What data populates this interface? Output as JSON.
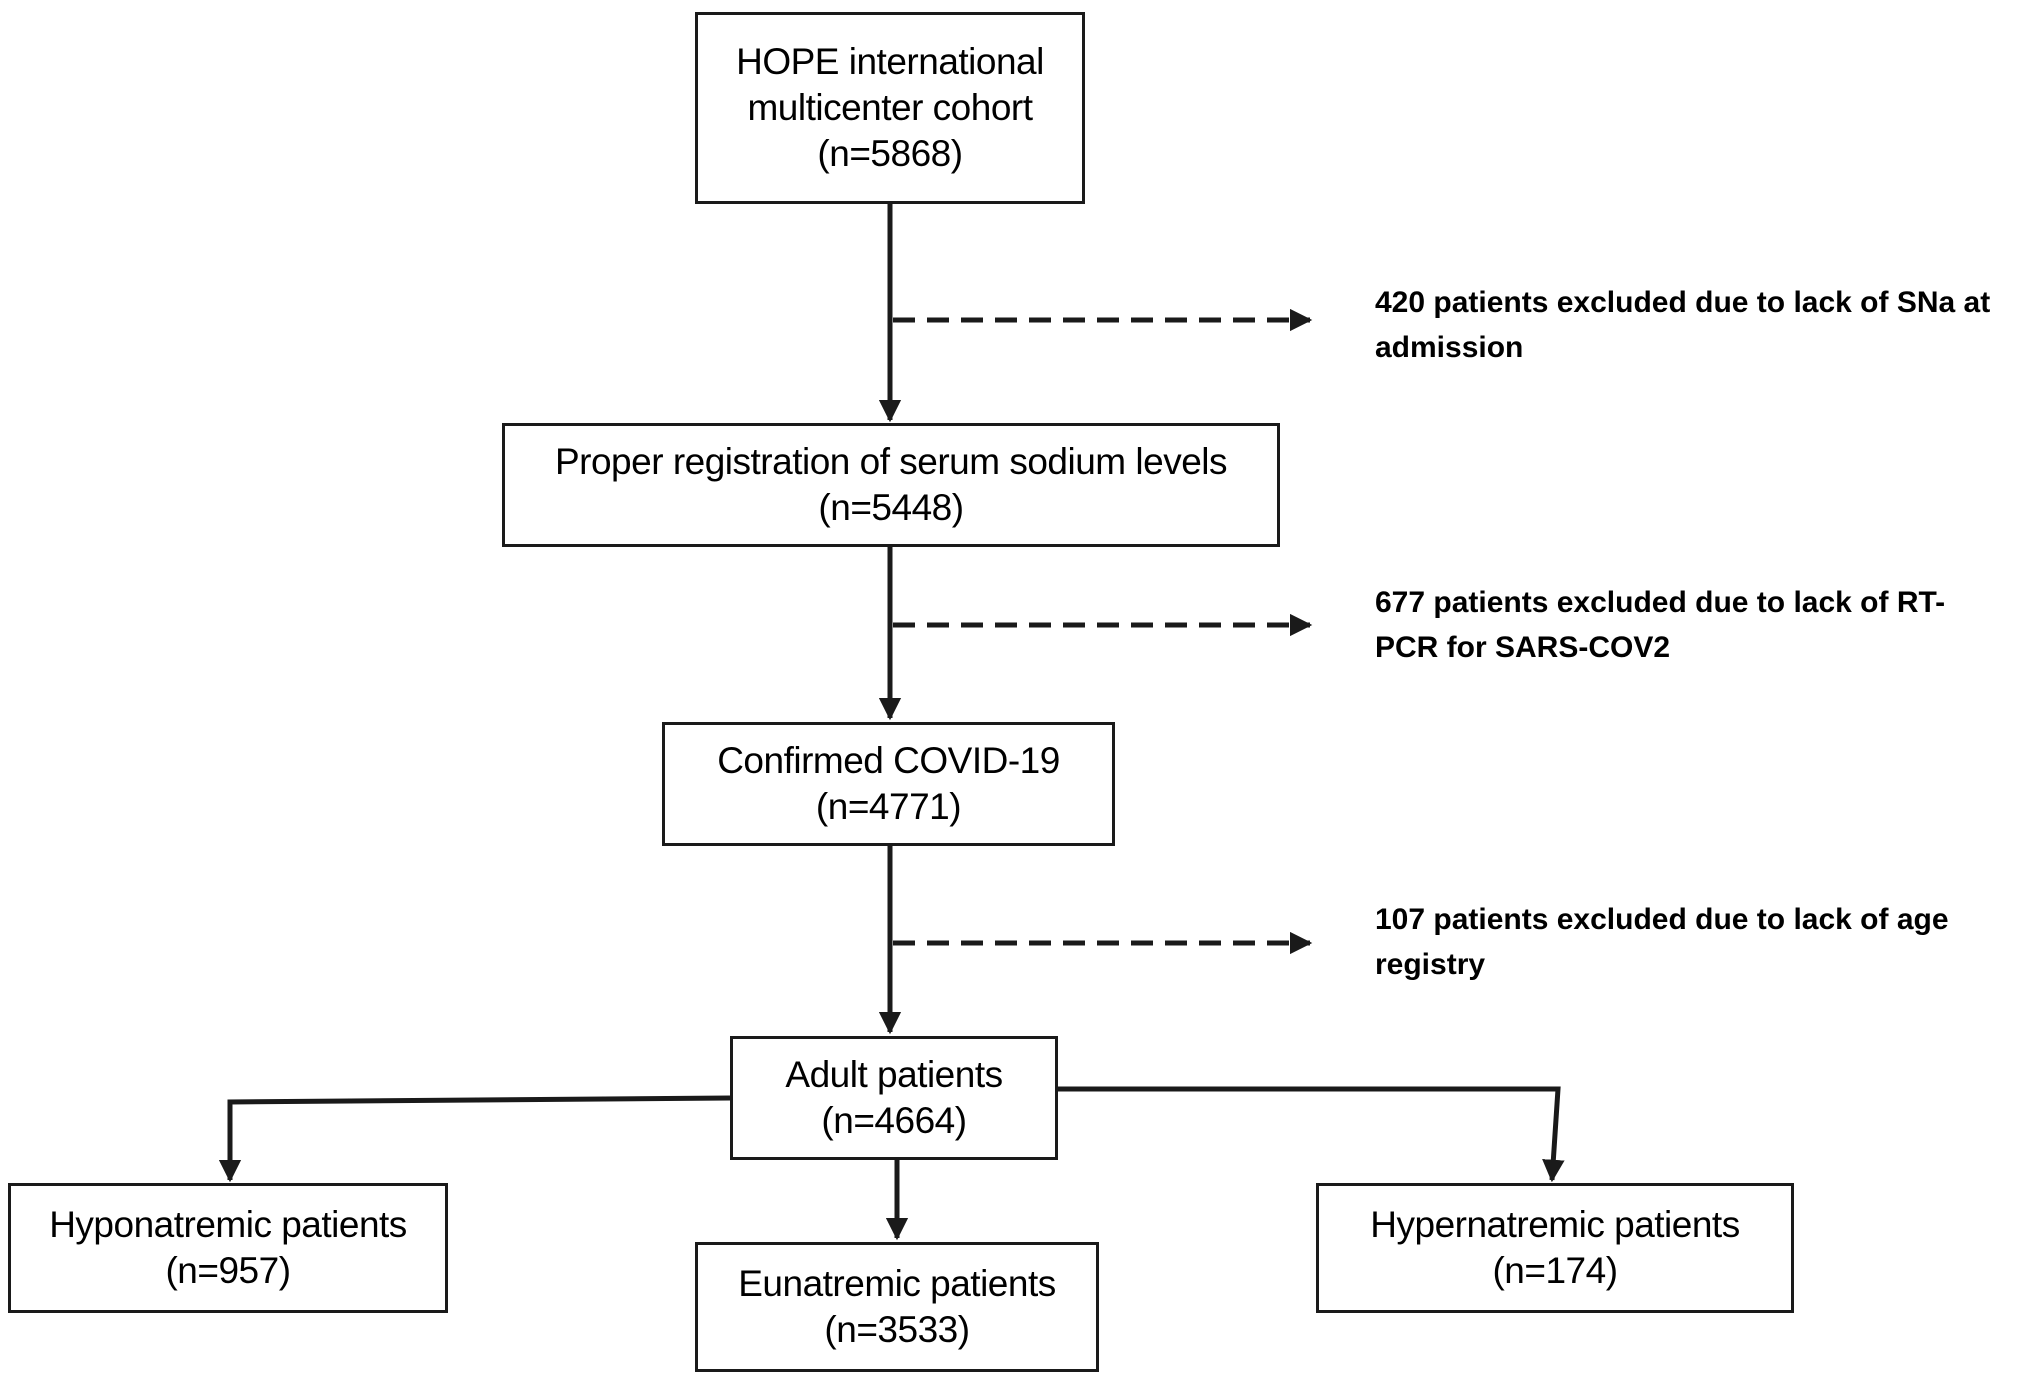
{
  "boxes": {
    "cohort": {
      "lines": [
        "HOPE international",
        "multicenter cohort",
        "(n=5868)"
      ]
    },
    "sodium": {
      "lines": [
        "Proper registration of serum sodium levels",
        "(n=5448)"
      ]
    },
    "covid": {
      "lines": [
        "Confirmed COVID-19",
        "(n=4771)"
      ]
    },
    "adult": {
      "lines": [
        "Adult patients",
        "(n=4664)"
      ]
    },
    "hypo": {
      "lines": [
        "Hyponatremic patients",
        "(n=957)"
      ]
    },
    "eu": {
      "lines": [
        "Eunatremic patients",
        "(n=3533)"
      ]
    },
    "hyper": {
      "lines": [
        "Hypernatremic patients",
        "(n=174)"
      ]
    }
  },
  "exclusions": [
    {
      "lines": [
        "420 patients excluded due to lack of SNa at",
        "admission"
      ]
    },
    {
      "lines": [
        "677 patients excluded due to lack of  RT-",
        "PCR for SARS-COV2"
      ]
    },
    {
      "lines": [
        "107 patients excluded due to lack of age",
        "registry"
      ]
    }
  ]
}
